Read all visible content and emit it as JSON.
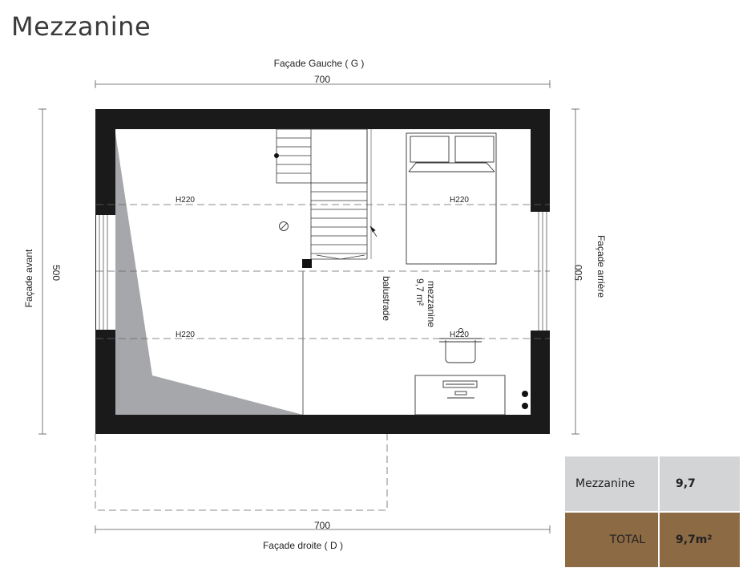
{
  "page": {
    "title": "Mezzanine"
  },
  "plan": {
    "facade_top": "Façade Gauche ( G )",
    "facade_bottom": "Façade droite ( D )",
    "facade_left": "Façade avant",
    "facade_right": "Façade arrière",
    "dim_top": "700",
    "dim_bottom": "700",
    "dim_left": "500",
    "dim_right": "500",
    "height_labels": [
      "H220",
      "H220",
      "H220",
      "H220"
    ],
    "balustrade_label": "balustrade",
    "room_name": "mezzanine",
    "room_area": "9,7 m²"
  },
  "summary": {
    "rows": [
      {
        "label": "Mezzanine",
        "value": "9,7"
      },
      {
        "label": "TOTAL",
        "value": "9,7m²"
      }
    ]
  },
  "colors": {
    "wall": "#1a1a1a",
    "void_fill": "#a6a7aa",
    "row_mezzanine": "#d3d4d6",
    "row_total": "#8c6a44"
  }
}
